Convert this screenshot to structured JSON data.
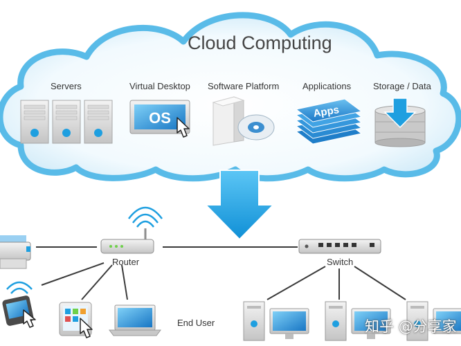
{
  "cloud": {
    "title": "Cloud Computing",
    "services": [
      {
        "label": "Servers",
        "icon": "server-rack-icon"
      },
      {
        "label": "Virtual Desktop",
        "icon": "os-monitor-icon"
      },
      {
        "label": "Software Platform",
        "icon": "software-box-icon"
      },
      {
        "label": "Applications",
        "icon": "apps-stack-icon"
      },
      {
        "label": "Storage / Data",
        "icon": "database-icon"
      }
    ]
  },
  "network": {
    "router_label": "Router",
    "switch_label": "Switch",
    "end_user_label": "End User"
  },
  "watermark": "知乎 @分享家",
  "colors": {
    "cloud_border": "#5bbde9",
    "cloud_fill": "#e3f4fc",
    "arrow": "#1e9fe0",
    "line": "#3a3a3a"
  }
}
